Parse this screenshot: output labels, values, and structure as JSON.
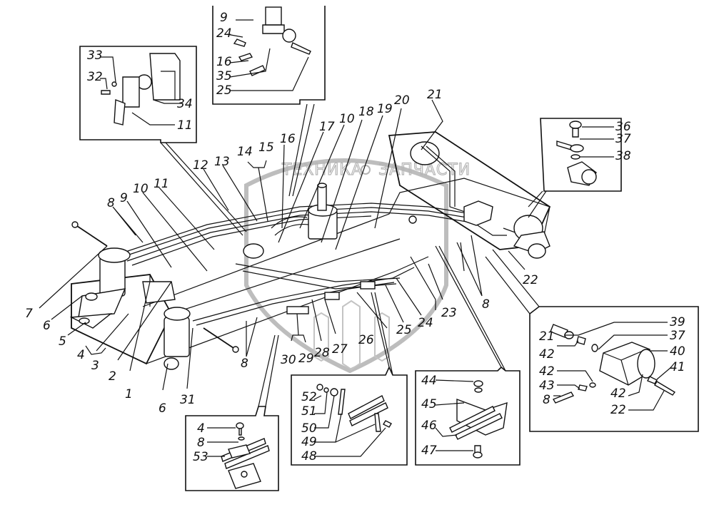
{
  "diagram": {
    "title": "",
    "watermark": {
      "left": "ТЕХНИКА",
      "right": "ЗАПЧАСТИ",
      "icon": "gear-icon"
    },
    "main_callouts": [
      {
        "id": "c1",
        "text": "1"
      },
      {
        "id": "c2",
        "text": "2"
      },
      {
        "id": "c3",
        "text": "3"
      },
      {
        "id": "c4",
        "text": "4"
      },
      {
        "id": "c5",
        "text": "5"
      },
      {
        "id": "c6a",
        "text": "6"
      },
      {
        "id": "c6b",
        "text": "6"
      },
      {
        "id": "c7",
        "text": "7"
      },
      {
        "id": "c8a",
        "text": "8"
      },
      {
        "id": "c8b",
        "text": "8"
      },
      {
        "id": "c8c",
        "text": "8"
      },
      {
        "id": "c9",
        "text": "9"
      },
      {
        "id": "c10a",
        "text": "10"
      },
      {
        "id": "c10b",
        "text": "10"
      },
      {
        "id": "c11",
        "text": "11"
      },
      {
        "id": "c12",
        "text": "12"
      },
      {
        "id": "c13",
        "text": "13"
      },
      {
        "id": "c14",
        "text": "14"
      },
      {
        "id": "c15",
        "text": "15"
      },
      {
        "id": "c16",
        "text": "16"
      },
      {
        "id": "c17",
        "text": "17"
      },
      {
        "id": "c18",
        "text": "18"
      },
      {
        "id": "c19",
        "text": "19"
      },
      {
        "id": "c20",
        "text": "20"
      },
      {
        "id": "c21",
        "text": "21"
      },
      {
        "id": "c22",
        "text": "22"
      },
      {
        "id": "c23",
        "text": "23"
      },
      {
        "id": "c24",
        "text": "24"
      },
      {
        "id": "c25",
        "text": "25"
      },
      {
        "id": "c26",
        "text": "26"
      },
      {
        "id": "c27",
        "text": "27"
      },
      {
        "id": "c28",
        "text": "28"
      },
      {
        "id": "c29",
        "text": "29"
      },
      {
        "id": "c30",
        "text": "30"
      },
      {
        "id": "c31",
        "text": "31"
      }
    ],
    "insets": {
      "top_valve": {
        "labels": [
          "9",
          "24",
          "16",
          "35",
          "25"
        ]
      },
      "left_bracket": {
        "labels": [
          "33",
          "32",
          "34",
          "11"
        ]
      },
      "right_top": {
        "labels": [
          "36",
          "37",
          "38"
        ]
      },
      "right_block": {
        "labels": [
          "39",
          "21",
          "37",
          "42",
          "40",
          "41",
          "42",
          "43",
          "8",
          "42",
          "22"
        ]
      },
      "clamp_a": {
        "labels": [
          "4",
          "8",
          "53"
        ]
      },
      "clamp_b": {
        "labels": [
          "52",
          "51",
          "50",
          "49",
          "48"
        ]
      },
      "clamp_c": {
        "labels": [
          "44",
          "45",
          "46",
          "47"
        ]
      }
    }
  }
}
